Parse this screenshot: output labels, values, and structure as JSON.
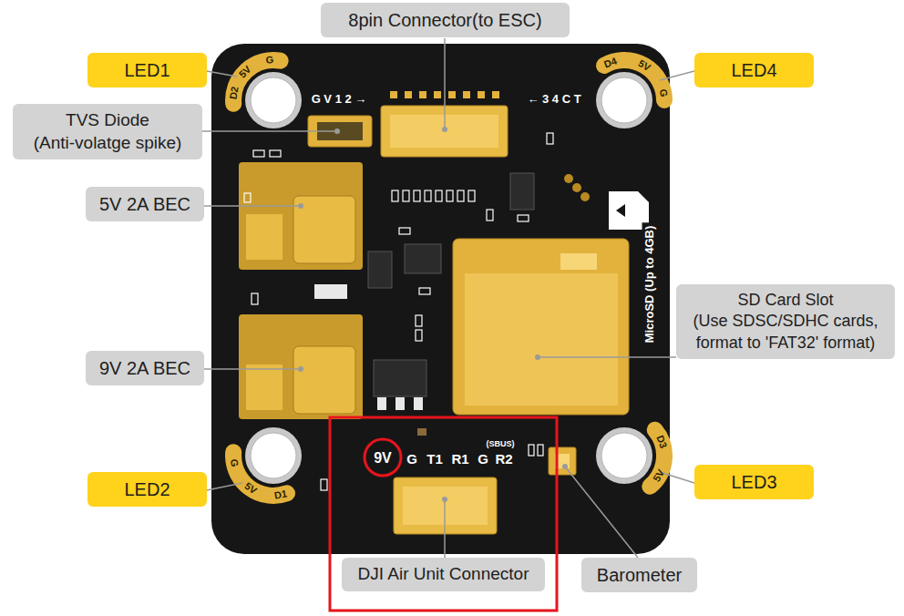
{
  "diagram": {
    "nodes": [
      {
        "text": [
          "8pin Connector(to ESC)"
        ]
      },
      {
        "text": [
          "LED1"
        ]
      },
      {
        "text": [
          "LED4"
        ]
      },
      {
        "text": [
          "TVS Diode",
          "(Anti-volatge spike)"
        ]
      },
      {
        "text": [
          "5V 2A BEC"
        ]
      },
      {
        "text": [
          "SD Card Slot",
          "(Use SDSC/SDHC cards, format to 'FAT32' format)"
        ]
      },
      {
        "text": [
          "9V 2A BEC"
        ]
      },
      {
        "text": [
          "LED2"
        ]
      },
      {
        "text": [
          "LED3"
        ]
      },
      {
        "text": [
          "DJI Air Unit Connector"
        ]
      },
      {
        "text": [
          "Barometer"
        ]
      }
    ],
    "labels": [
      "G",
      "5V",
      "D2",
      "D4",
      "5V",
      "G",
      "G",
      "5V",
      "D1",
      "D3",
      "5V",
      "G V 1 2 →",
      "← 3 4 C T",
      "9V",
      "G",
      "T1",
      "R1",
      "G",
      "R2",
      "(SBUS)",
      "MicroSD (Up to 4GB)"
    ]
  }
}
